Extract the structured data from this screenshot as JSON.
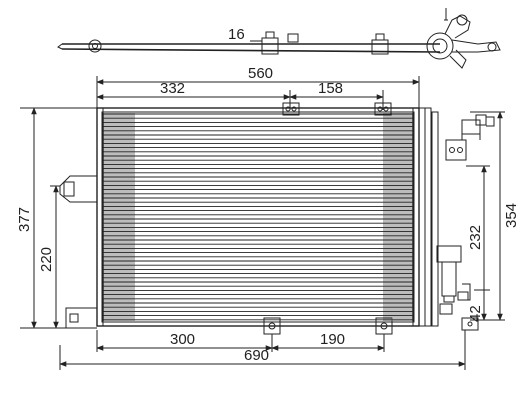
{
  "drawing": {
    "dimensions": {
      "pipe_diameter": "16",
      "core_width": "560",
      "left_offset": "332",
      "right_offset": "158",
      "bracket_left": "300",
      "bracket_right": "190",
      "overall_width": "690",
      "overall_height": "377",
      "left_bracket_height": "220",
      "right_height": "354",
      "dryer_height": "232",
      "bottom_offset": "42"
    },
    "colors": {
      "line": "#222222",
      "background": "#ffffff"
    }
  }
}
